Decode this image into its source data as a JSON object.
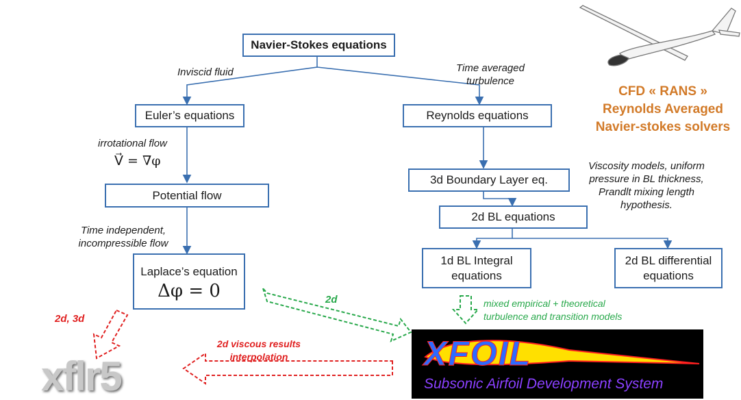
{
  "boxes": {
    "navier_stokes": "Navier-Stokes equations",
    "euler": "Euler’s equations",
    "reynolds": "Reynolds equations",
    "potential": "Potential flow",
    "bl3d": "3d Boundary Layer eq.",
    "bl2d": "2d BL equations",
    "laplace_title": "Laplace’s equation",
    "laplace_formula": "Δφ = 0",
    "integral": "1d BL Integral equations",
    "differential": "2d BL differential equations"
  },
  "labels": {
    "inviscid": "Inviscid fluid",
    "time_averaged": "Time averaged turbulence",
    "irrotational": "irrotational flow",
    "irrotational_formula": "V⃗ = ∇φ",
    "time_independent": "Time independent, incompressible flow",
    "viscosity": "Viscosity models, uniform pressure in BL thickness, Prandlt mixing length hypothesis."
  },
  "arrows": {
    "red_2d3d": "2d, 3d",
    "green_2d": "2d",
    "red_viscous": "2d viscous results interpolation",
    "green_mixed": "mixed empirical + theoretical turbulence and transition models"
  },
  "cfd": {
    "line1": "CFD « RANS »",
    "line2": "Reynolds Averaged",
    "line3": "Navier-stokes solvers"
  },
  "logos": {
    "xfoil_title": "XFOIL",
    "xfoil_subtitle": "Subsonic Airfoil Development System",
    "xflr5": "xflr5"
  },
  "colors": {
    "box_border": "#3a6fb0",
    "red_arrow": "#e02020",
    "green_arrow": "#27a84a",
    "cfd_text": "#d27a28"
  }
}
